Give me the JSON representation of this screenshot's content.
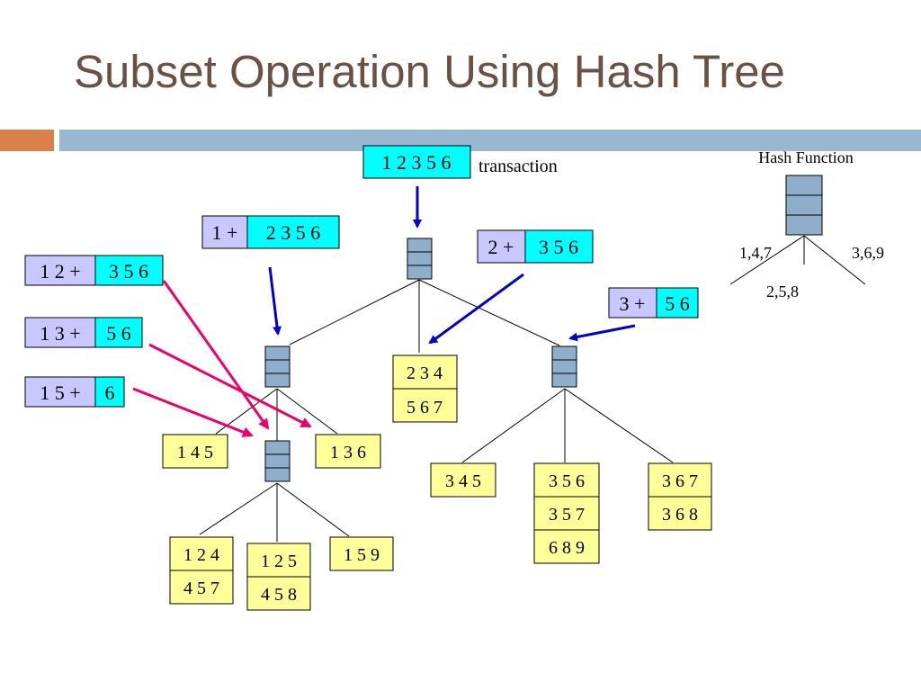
{
  "slide": {
    "title": "Subset Operation Using Hash Tree"
  },
  "colors": {
    "title": "#6b5144",
    "accent_bar_left": "#d9804b",
    "accent_bar_right": "#9ab7d1",
    "prefix_box": "#c8c8ff",
    "suffix_box": "#00ffff",
    "leaf_box": "#ffff99",
    "node_cell": "#8eaecb",
    "blue_arrow": "#0000cc",
    "pink_arrow": "#ee0066"
  },
  "transaction": {
    "items": "1 2 3 5 6",
    "label": "transaction"
  },
  "hash_function": {
    "title": "Hash Function",
    "branch_left": "1,4,7",
    "branch_middle": "2,5,8",
    "branch_right": "3,6,9"
  },
  "subsets": {
    "s1": {
      "prefix": "1 +",
      "suffix": "2 3 5 6"
    },
    "s2": {
      "prefix": "2 +",
      "suffix": "3 5 6"
    },
    "s3": {
      "prefix": "3 +",
      "suffix": "5 6"
    },
    "s12": {
      "prefix": "1 2 +",
      "suffix": "3 5 6"
    },
    "s13": {
      "prefix": "1 3 +",
      "suffix": "5 6"
    },
    "s15": {
      "prefix": "1 5 +",
      "suffix": "6"
    }
  },
  "leaves": {
    "l234": [
      "2 3 4",
      "5 6 7"
    ],
    "l145": [
      "1 4 5"
    ],
    "l136": [
      "1 3 6"
    ],
    "l345": [
      "3 4 5"
    ],
    "l356": [
      "3 5 6",
      "3 5 7",
      "6 8 9"
    ],
    "l367": [
      "3 6 7",
      "3 6 8"
    ],
    "l124": [
      "1 2 4",
      "4 5 7"
    ],
    "l125": [
      "1 2 5",
      "4 5 8"
    ],
    "l159": [
      "1 5 9"
    ]
  }
}
